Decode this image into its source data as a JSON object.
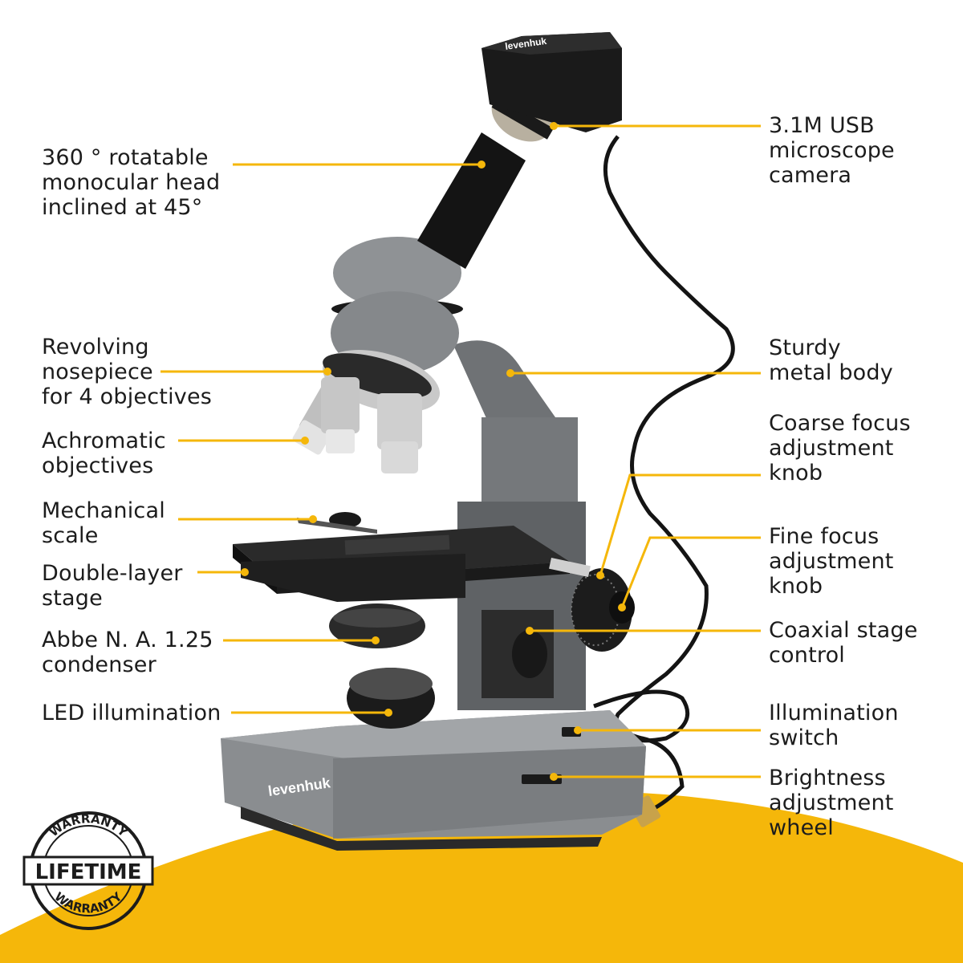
{
  "colors": {
    "accent": "#f5b70a",
    "text": "#1c1c1c",
    "background": "#ffffff"
  },
  "left_callouts": [
    {
      "id": "head",
      "text": "360 ° rotatable\nmonocular head\ninclined at 45°"
    },
    {
      "id": "nosepiece",
      "text": "Revolving\nnosepiece\nfor 4 objectives"
    },
    {
      "id": "objectives",
      "text": "Achromatic\nobjectives"
    },
    {
      "id": "scale",
      "text": "Mechanical\nscale"
    },
    {
      "id": "stage",
      "text": "Double-layer\nstage"
    },
    {
      "id": "condenser",
      "text": "Abbe N. A. 1.25\ncondenser"
    },
    {
      "id": "led",
      "text": "LED illumination"
    }
  ],
  "right_callouts": [
    {
      "id": "camera",
      "text": "3.1M USB\nmicroscope\ncamera"
    },
    {
      "id": "body",
      "text": "Sturdy\nmetal body"
    },
    {
      "id": "coarse",
      "text": "Coarse focus\nadjustment\nknob"
    },
    {
      "id": "fine",
      "text": "Fine focus\nadjustment\nknob"
    },
    {
      "id": "coaxial",
      "text": "Coaxial stage\ncontrol"
    },
    {
      "id": "switch",
      "text": "Illumination\nswitch"
    },
    {
      "id": "wheel",
      "text": "Brightness\nadjustment\nwheel"
    }
  ],
  "brand": {
    "base_logo": "levenhuk",
    "camera_logo": "levenhuk"
  },
  "badge": {
    "top_text": "WARRANTY",
    "center_text": "LIFETIME",
    "bottom_text": "WARRANTY"
  }
}
